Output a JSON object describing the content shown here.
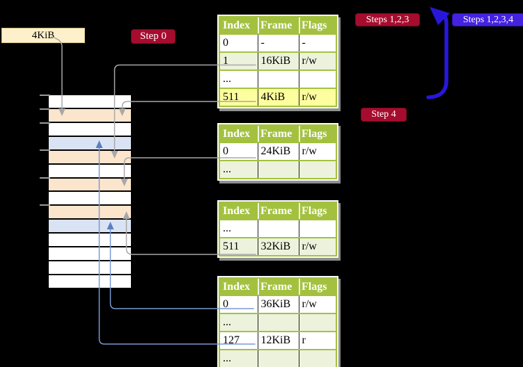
{
  "labels": {
    "frame_pointer": "4KiB",
    "step0": "Step 0",
    "steps123": "Steps 1,2,3",
    "steps1234": "Steps 1,2,3,4",
    "step4": "Step 4"
  },
  "page_tables": [
    {
      "id": "level-4-table",
      "headers": [
        "Index",
        "Frame",
        "Flags"
      ],
      "rows": [
        {
          "cells": [
            "0",
            "-",
            "-"
          ],
          "highlight": false
        },
        {
          "cells": [
            "1",
            "16KiB",
            "r/w"
          ],
          "highlight": false
        },
        {
          "cells": [
            "...",
            "",
            ""
          ],
          "highlight": false
        },
        {
          "cells": [
            "511",
            "4KiB",
            "r/w"
          ],
          "highlight": true
        }
      ]
    },
    {
      "id": "level-3-table",
      "headers": [
        "Index",
        "Frame",
        "Flags"
      ],
      "rows": [
        {
          "cells": [
            "0",
            "24KiB",
            "r/w"
          ],
          "highlight": false
        },
        {
          "cells": [
            "...",
            "",
            ""
          ],
          "highlight": false
        }
      ]
    },
    {
      "id": "level-2-table",
      "headers": [
        "Index",
        "Frame",
        "Flags"
      ],
      "rows": [
        {
          "cells": [
            "...",
            "",
            ""
          ],
          "highlight": false
        },
        {
          "cells": [
            "511",
            "32KiB",
            "r/w"
          ],
          "highlight": false
        }
      ]
    },
    {
      "id": "level-1-table",
      "headers": [
        "Index",
        "Frame",
        "Flags"
      ],
      "rows": [
        {
          "cells": [
            "0",
            "36KiB",
            "r/w"
          ],
          "highlight": false
        },
        {
          "cells": [
            "...",
            "",
            ""
          ],
          "highlight": false
        },
        {
          "cells": [
            "127",
            "12KiB",
            "r"
          ],
          "highlight": false
        },
        {
          "cells": [
            "...",
            "",
            ""
          ],
          "highlight": false
        }
      ]
    }
  ],
  "memory_column": {
    "frames": [
      "free",
      "page-table",
      "free",
      "mapped-page",
      "page-table",
      "free",
      "page-table",
      "free",
      "page-table",
      "mapped-page",
      "free",
      "free",
      "free",
      "free"
    ],
    "tick_ys": [
      136,
      156,
      176,
      215,
      255,
      294
    ]
  },
  "colors": {
    "background": "#000000",
    "table_header_green": "#a3c13f",
    "table_row_green": "#ecf2dc",
    "highlight_yellow": "#fdff9e",
    "frame_peach": "#fce5cd",
    "frame_blue": "#dae3f3",
    "label_red": "#a60c2e",
    "label_violet": "#4522e0",
    "label_cream": "#fdf0cb",
    "connector_gray": "#a8a8a8",
    "connector_blue": "#7b99d4",
    "connector_blue_head": "#5b7fc0",
    "recursive_arrow_blue": "#2817da"
  }
}
